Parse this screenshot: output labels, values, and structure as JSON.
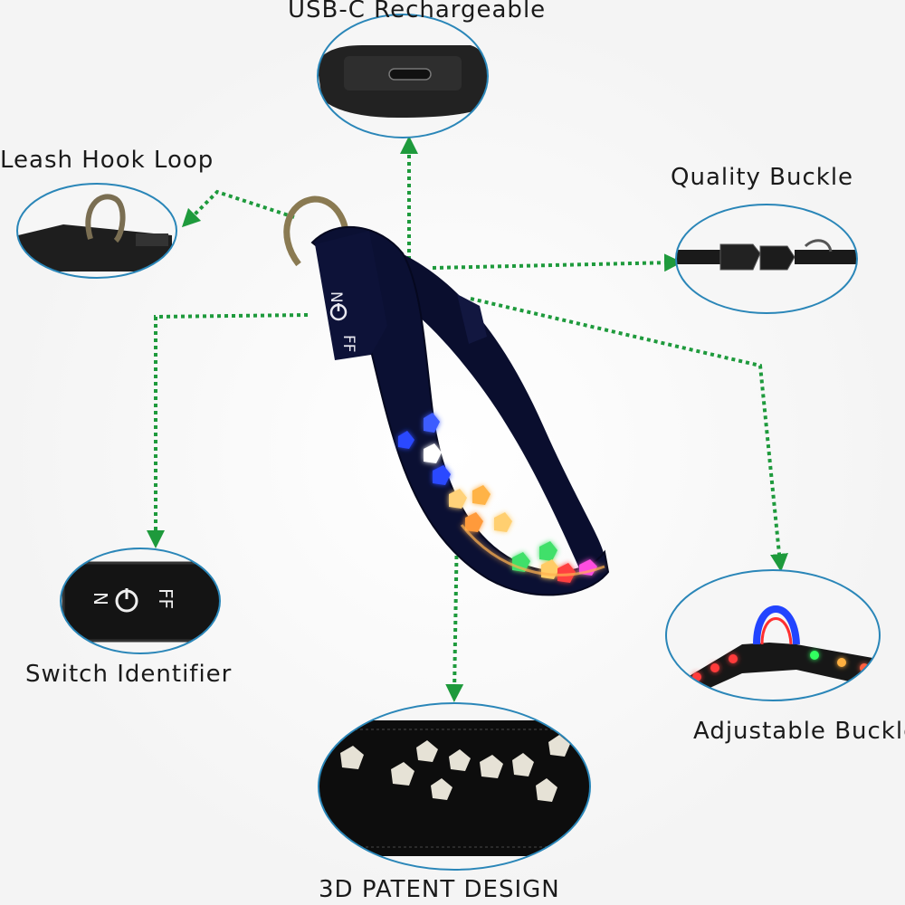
{
  "labels": {
    "usb": "USB-C Rechargeable",
    "leash": "Leash Hook Loop",
    "quality": "Quality Buckle",
    "switch": "Switch Identifier",
    "adjustable": "Adjustable Buckle",
    "patent": "3D PATENT DESIGN"
  },
  "switch_text": {
    "on": "N",
    "off": "FF"
  },
  "colors": {
    "callout_border": "#2a86b8",
    "leader_line": "#1e9a3c",
    "collar": "#0b1033",
    "strap": "#1a1a1a",
    "ring": "#8a7a52"
  }
}
